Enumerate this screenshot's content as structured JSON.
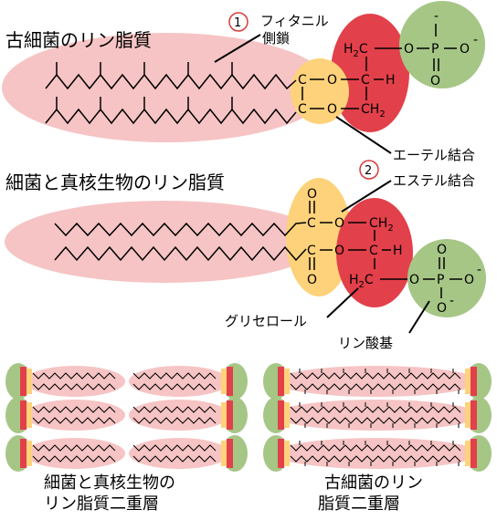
{
  "archaea": {
    "title": "古細菌のリン脂質",
    "marker": "1",
    "chain_label_line1": "フィタニル",
    "chain_label_line2": "側鎖",
    "ether_label": "エーテル結合",
    "chem": {
      "c1": "C",
      "o1": "O",
      "c2": "C",
      "h": "H",
      "c3": "C",
      "o2": "O",
      "ch2_bottom": "CH",
      "h2": "H",
      "c_top": "C",
      "o_link": "O",
      "p": "P",
      "o_right": "O",
      "o_down": "O",
      "minus": "-",
      "sub2": "2"
    }
  },
  "bacteria": {
    "title": "細菌と真核生物のリン脂質",
    "marker": "2",
    "ester_label": "エステル結合",
    "glycerol_label": "グリセロール",
    "phosphate_label": "リン酸基",
    "chem": {
      "o_up": "O",
      "c1": "C",
      "o1": "O",
      "ch_top": "CH",
      "c2": "C",
      "o2": "O",
      "c_mid": "C",
      "h": "H",
      "o_dn": "O",
      "h2": "H",
      "c_bot": "C",
      "o_link": "O",
      "p": "P",
      "o_up2": "O",
      "o_right": "O",
      "o_down": "O",
      "minus": "-",
      "sub2": "2"
    }
  },
  "bilayers": {
    "bacteria_line1": "細菌と真核生物の",
    "bacteria_line2": "リン脂質二重層",
    "archaea_line1": "古細菌のリン",
    "archaea_line2": "脂質二重層"
  },
  "colors": {
    "tail_pink": "#f6c4c4",
    "glycerol_yellow": "#fdd27a",
    "phosphate_red": "#e2404a",
    "group_green": "#a6c686",
    "marker_red": "#d93a3a"
  }
}
